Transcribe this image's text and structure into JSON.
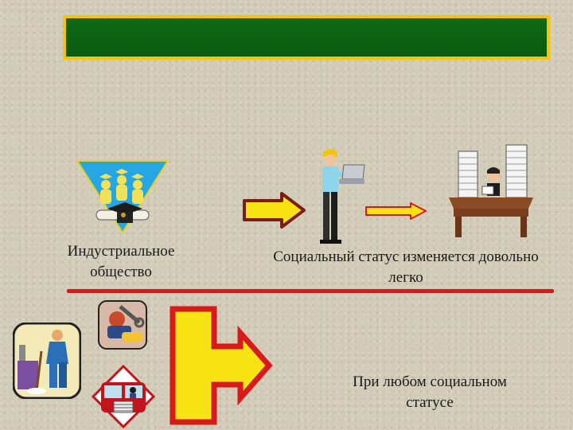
{
  "slide": {
    "title_text": "",
    "caption_industrial": "Индустриальное общество",
    "caption_status_change": "Социальный статус изменяется довольно легко",
    "caption_any_status": "При любом социальном статусе"
  },
  "icons": [
    "graduation-triangle-icon",
    "worker-with-laptop-icon",
    "office-desk-paperwork-icon",
    "janitor-with-mop-icon",
    "mechanic-with-wrench-icon",
    "tram-driver-icon"
  ],
  "colors": {
    "title_fill": "#0a5a0f",
    "title_border": "#f2c40e",
    "arrow_fill": "#f6e311",
    "arrow_outline_red": "#d81a1a",
    "arrow_outline_brown": "#6b2f1a",
    "divider": "#e0141c"
  }
}
